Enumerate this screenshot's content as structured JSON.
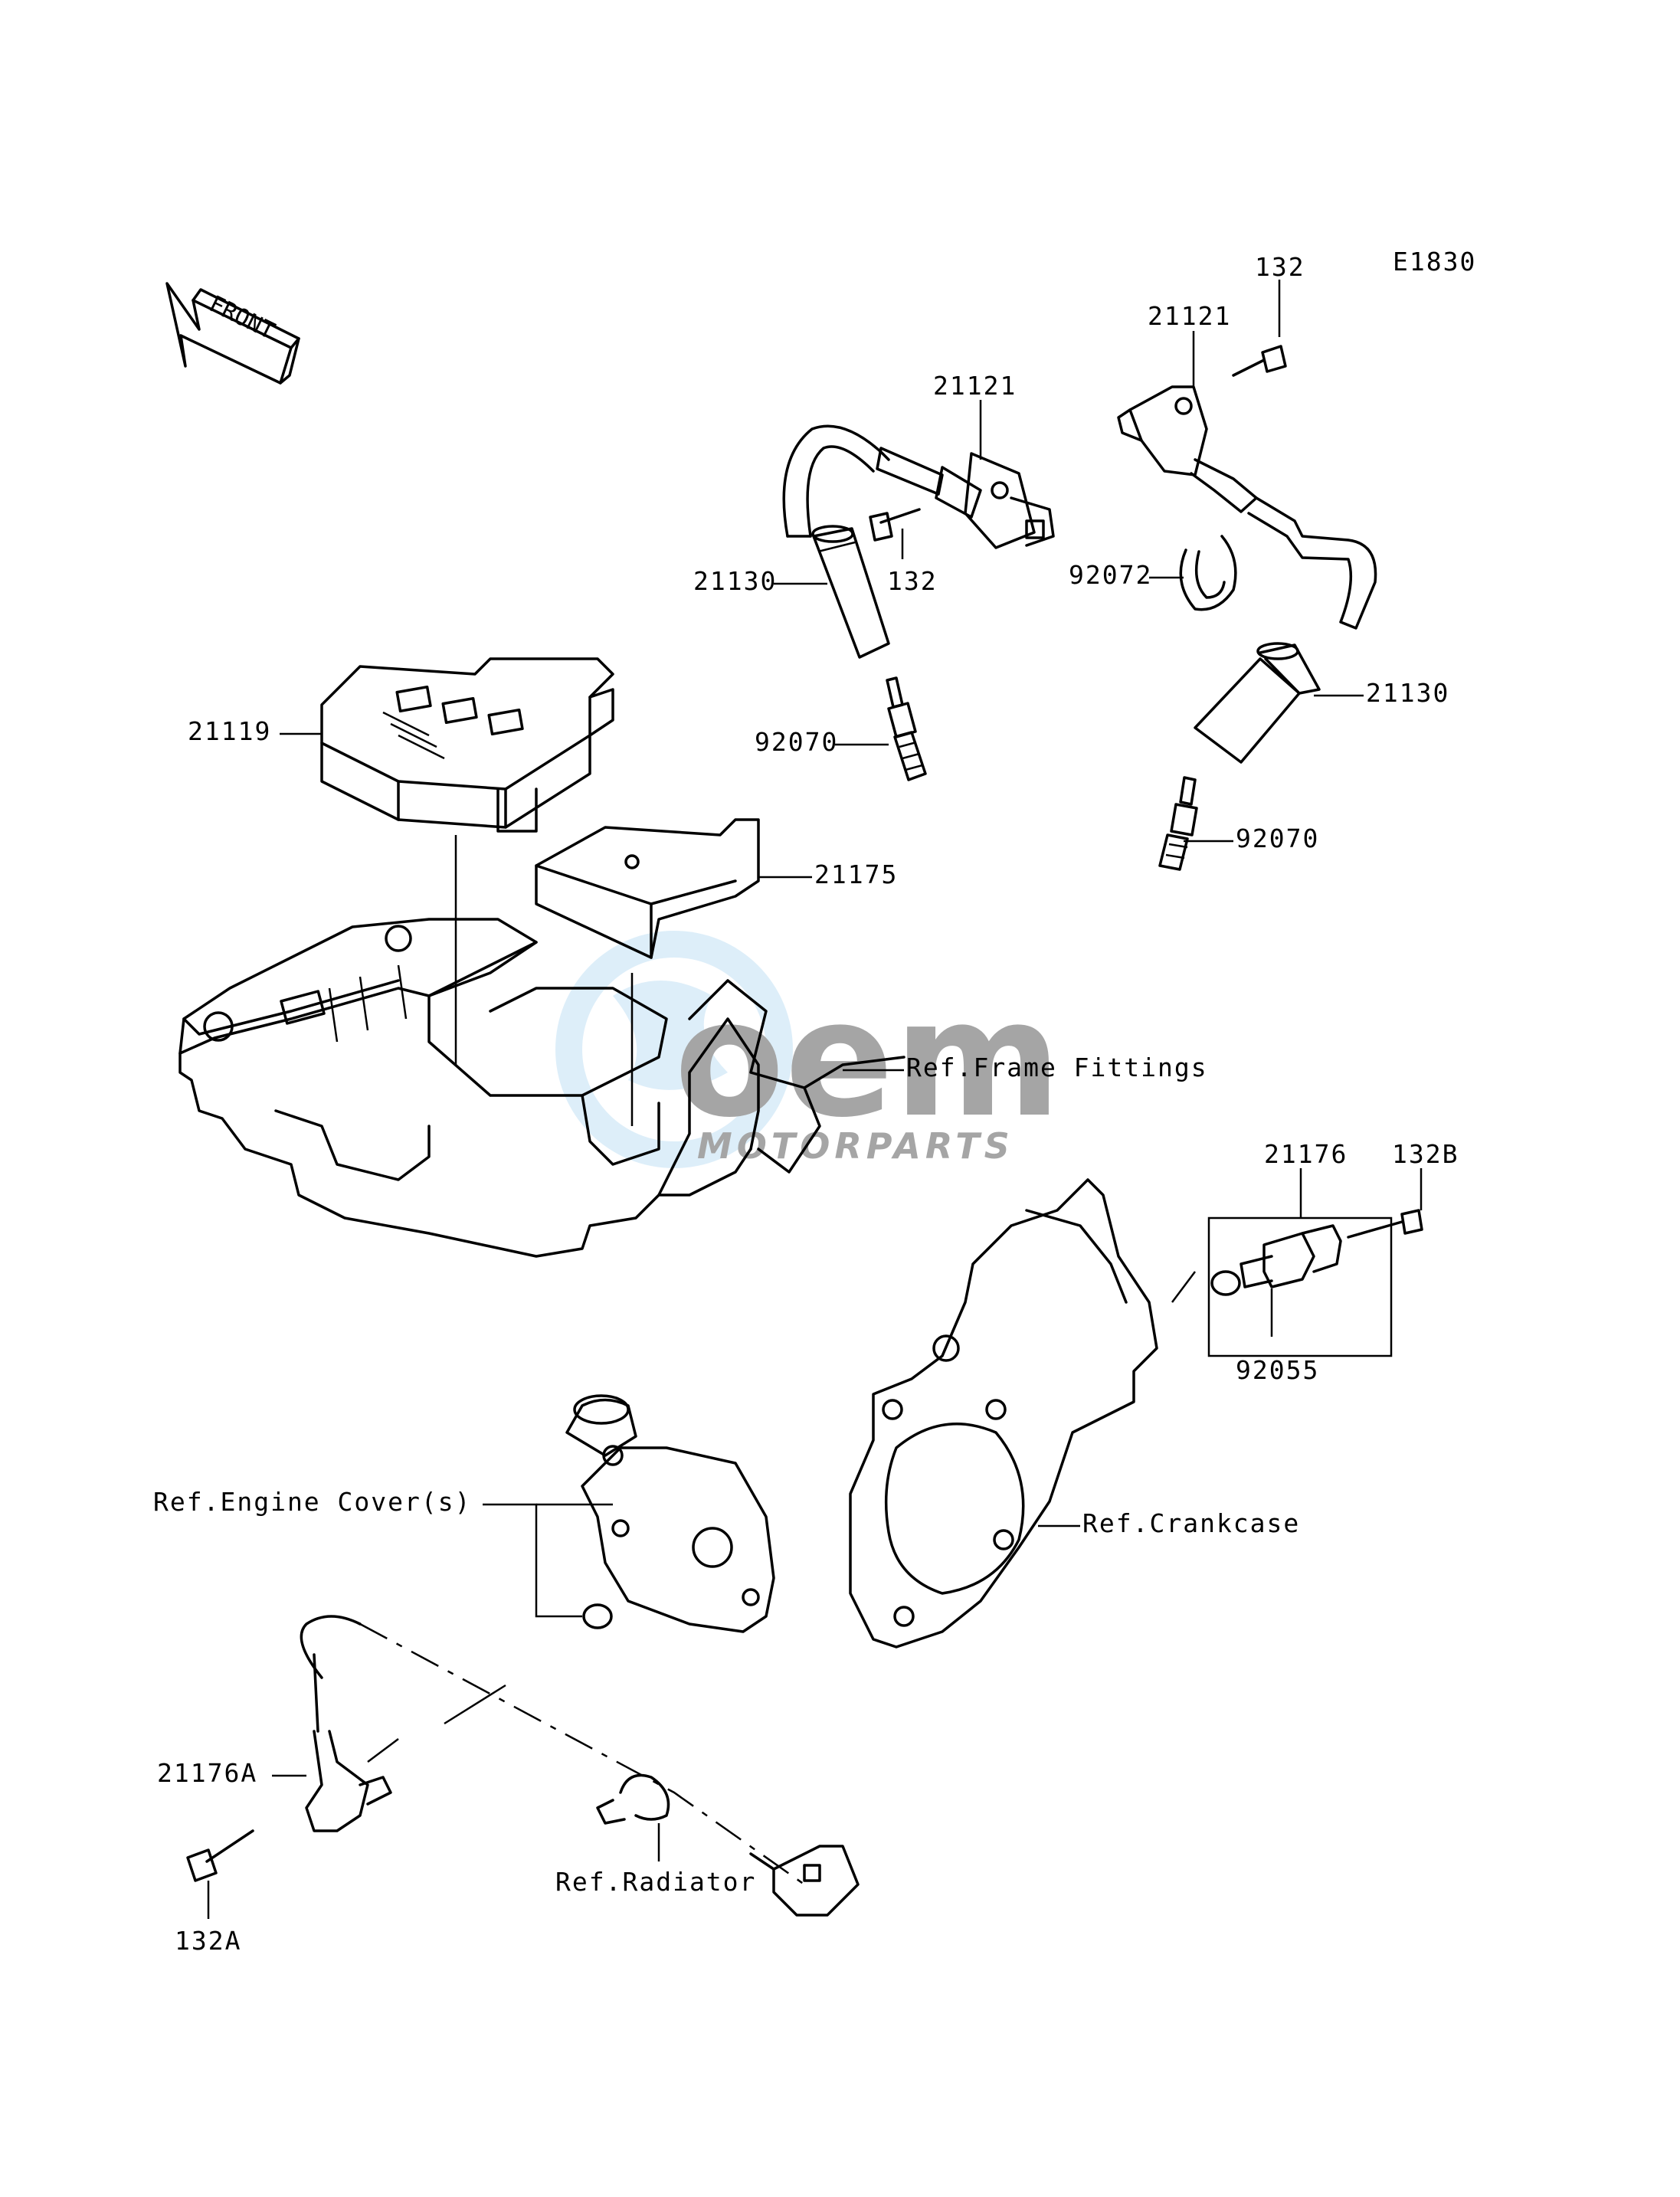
{
  "diagram_code": "E1830",
  "front_arrow_label": "FRONT",
  "watermark": {
    "primary": "oem",
    "secondary": "MOTORPARTS",
    "color": "#5aa9dc"
  },
  "labels": {
    "coil_left": "21121",
    "coil_right": "21121",
    "bolt_coil_left": "132",
    "bolt_coil_right": "132",
    "cap_left": "21130",
    "cap_right": "21130",
    "clamp": "92072",
    "plug_left": "92070",
    "plug_right": "92070",
    "ecu": "21119",
    "igniter": "21175",
    "sensor_group": "21176",
    "bolt_sensor": "132B",
    "oring": "92055",
    "sensor_a": "21176A",
    "bolt_sensor_a": "132A"
  },
  "refs": {
    "frame": "Ref.Frame Fittings",
    "engine_cover": "Ref.Engine Cover(s)",
    "crankcase": "Ref.Crankcase",
    "radiator": "Ref.Radiator"
  }
}
